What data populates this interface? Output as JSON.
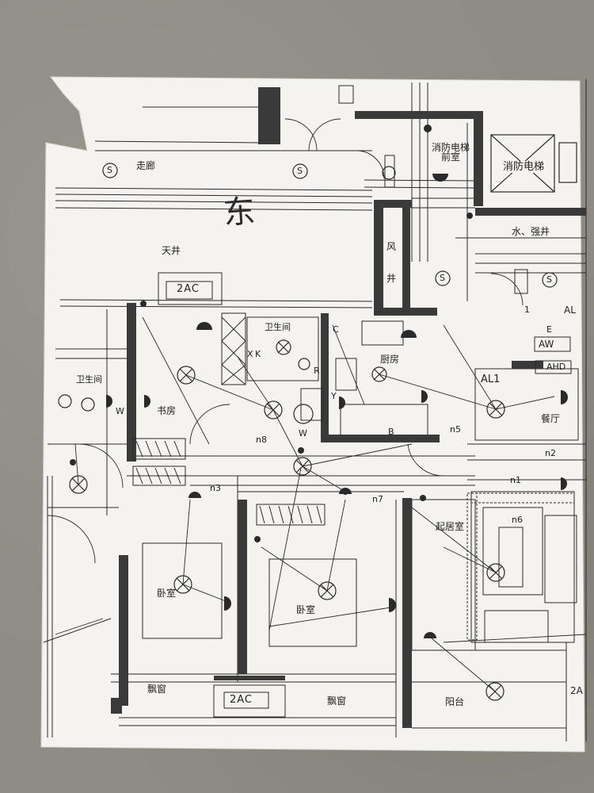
{
  "plan": {
    "corridor": "走廊",
    "fire_elevator_anteroom": "消防电梯前室",
    "fire_elevator": "消防电梯",
    "handwritten_direction": "东",
    "light_well": "天井",
    "ac_top": "2AC",
    "ac_bottom": "2AC",
    "air_shaft_line1": "风",
    "air_shaft_line2": "井",
    "water_elec_shaft": "水、强井",
    "bathroom_main": "卫生间",
    "bathroom_left": "卫生间",
    "kitchen": "厨房",
    "study": "书房",
    "bedroom_1": "卧室",
    "bedroom_2": "卧室",
    "dining": "餐厅",
    "living": "起居室",
    "bay_window_1": "飘窗",
    "bay_window_2": "飘窗",
    "balcony": "阳台",
    "panel_al1": "AL1",
    "panel_aw": "AW",
    "panel_ahd": "AHD",
    "panel_al": "AL",
    "socket_s": "S",
    "circuits": [
      "n1",
      "n2",
      "n3",
      "n5",
      "n6",
      "n7",
      "n8"
    ],
    "marks": [
      "C",
      "K",
      "X",
      "R",
      "Y",
      "B",
      "W",
      "E",
      "1",
      "2A"
    ]
  }
}
